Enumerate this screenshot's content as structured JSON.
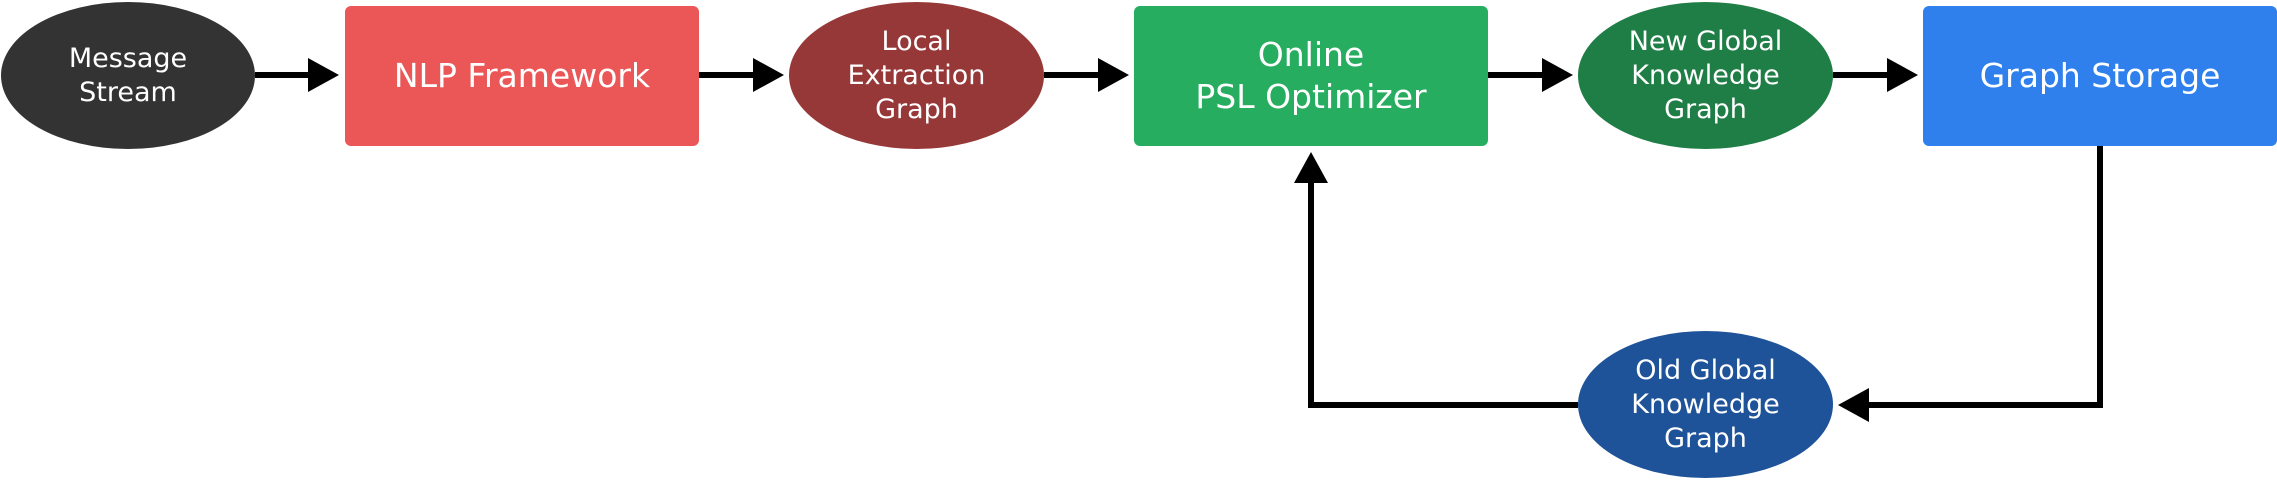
{
  "nodes": {
    "message_stream": {
      "label": "Message\nStream",
      "color": "#333333"
    },
    "nlp_framework": {
      "label": "NLP Framework",
      "color": "#eb5757"
    },
    "local_extraction_graph": {
      "label": "Local\nExtraction\nGraph",
      "color": "#973838"
    },
    "psl_optimizer": {
      "label": "Online\nPSL Optimizer",
      "color": "#27ad60"
    },
    "new_global_graph": {
      "label": "New Global\nKnowledge\nGraph",
      "color": "#1f7d46"
    },
    "graph_storage": {
      "label": "Graph Storage",
      "color": "#2f80ed"
    },
    "old_global_graph": {
      "label": "Old Global\nKnowledge\nGraph",
      "color": "#1e5299"
    }
  },
  "edges": [
    {
      "from": "message_stream",
      "to": "nlp_framework"
    },
    {
      "from": "nlp_framework",
      "to": "local_extraction_graph"
    },
    {
      "from": "local_extraction_graph",
      "to": "psl_optimizer"
    },
    {
      "from": "psl_optimizer",
      "to": "new_global_graph"
    },
    {
      "from": "new_global_graph",
      "to": "graph_storage"
    },
    {
      "from": "graph_storage",
      "to": "old_global_graph"
    },
    {
      "from": "old_global_graph",
      "to": "psl_optimizer"
    }
  ],
  "colors": {
    "arrow": "#000000",
    "text": "#ffffff"
  }
}
